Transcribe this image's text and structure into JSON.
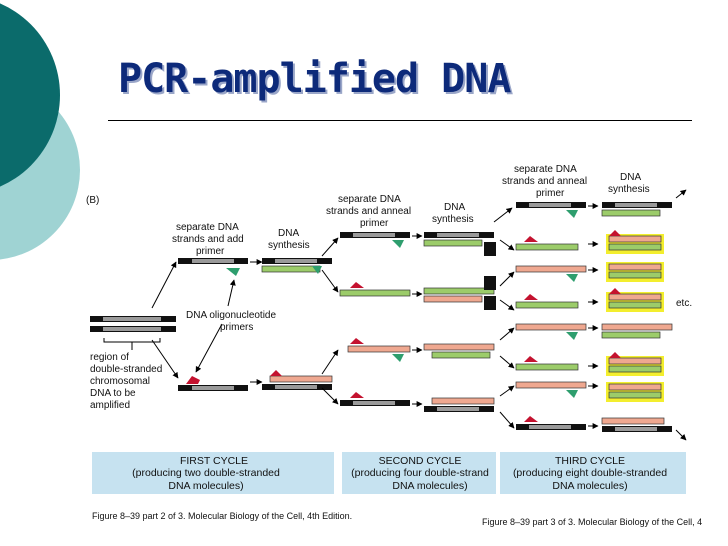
{
  "slide": {
    "title": "PCR-amplified DNA"
  },
  "figure": {
    "panel_label": "(B)",
    "labels": {
      "separate_add_primer": [
        "separate DNA",
        "strands and add",
        "primer"
      ],
      "dna_synthesis_1": [
        "DNA",
        "synthesis"
      ],
      "separate_anneal_1": [
        "separate DNA",
        "strands and anneal",
        "primer"
      ],
      "dna_synthesis_2": [
        "DNA",
        "synthesis"
      ],
      "separate_anneal_2": [
        "separate DNA",
        "strands and anneal",
        "primer"
      ],
      "dna_synthesis_3": [
        "DNA",
        "synthesis"
      ],
      "oligo_primers": [
        "DNA oligonucleotide",
        "primers"
      ],
      "region": [
        "region of",
        "double-stranded",
        "chromosomal",
        "DNA to be",
        "amplified"
      ],
      "etc": "etc."
    },
    "cycles": [
      {
        "title": "FIRST CYCLE",
        "line1": "(producing two double-stranded",
        "line2": "DNA molecules)"
      },
      {
        "title": "SECOND CYCLE",
        "line1": "(producing four double-strand",
        "line2": "DNA molecules)"
      },
      {
        "title": "THIRD CYCLE",
        "line1": "(producing eight double-stranded",
        "line2": "DNA molecules)"
      }
    ],
    "footer_left": "Figure 8–39 part 2 of 3. Molecular Biology of the Cell, 4th Edition.",
    "footer_right": "Figure 8–39 part 3 of 3. Molecular Biology of the Cell, 4"
  },
  "colors": {
    "title": "#0d2a7a",
    "teal_dark": "#0b6b6b",
    "teal_light": "#9fd3d3",
    "band": "#c6e2f0",
    "template_gray": "#9a9a9a",
    "strand_green": "#9ccc6a",
    "strand_salmon": "#efa890",
    "primer_red": "#c4122f",
    "primer_green": "#2e9e6e",
    "highlight": "#f3ee2e"
  }
}
